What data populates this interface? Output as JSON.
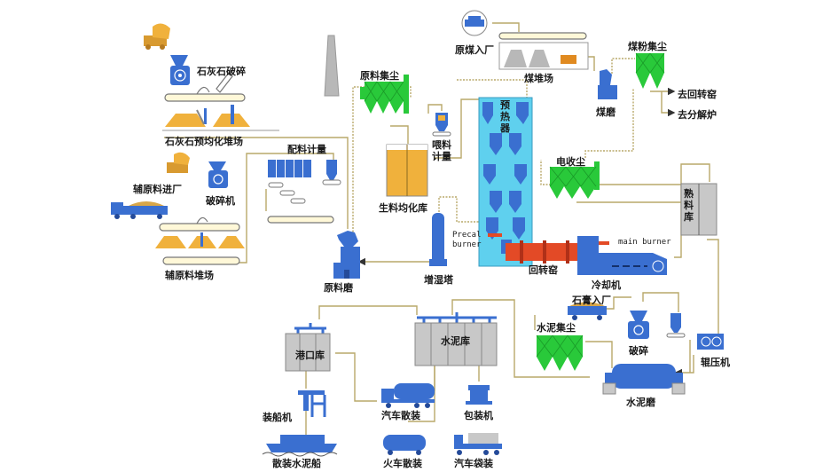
{
  "title": "Cement plant process flow diagram",
  "colors": {
    "equipment": "#3a6fd0",
    "dust_collector": "#29c93a",
    "material": "#f0b13c",
    "silo": "#c8c8c8",
    "kiln": "#e34a26",
    "preheater_bg": "#5fd0ee",
    "line": "#b9a96a"
  },
  "labels": {
    "limestone_crushing": "石灰石破碎",
    "limestone_prehomogenization_yard": "石灰石预均化堆场",
    "aux_material_in": "辅原料进厂",
    "crusher": "破碎机",
    "aux_material_yard": "辅原料堆场",
    "batching_metering": "配料计量",
    "raw_mill": "原料磨",
    "raw_dust_collector": "原料集尘",
    "raw_homogenization_silo": "生料均化库",
    "kiln_feed_metering": "喂料计量",
    "conditioning_tower": "增湿塔",
    "raw_coal_in": "原煤入厂",
    "coal_yard": "煤堆场",
    "coal_powder_dust_collector": "煤粉集尘",
    "coal_mill": "煤磨",
    "to_rotary_kiln": "去回转窑",
    "to_calciner": "去分解炉",
    "preheater": "预热器",
    "electrostatic_precipitator": "电收尘",
    "clinker_silo": "熟料库",
    "precal_burner": "Precal burner",
    "main_burner": "main burner",
    "rotary_kiln": "回转窑",
    "cooler": "冷却机",
    "gypsum_in": "石膏入厂",
    "cement_dust_collector": "水泥集尘",
    "crushing": "破碎",
    "roller_press": "辊压机",
    "cement_mill": "水泥磨",
    "cement_silo": "水泥库",
    "port_silo": "港口库",
    "ship_loader": "装船机",
    "bulk_cement_ship": "散装水泥船",
    "truck_bulk": "汽车散装",
    "packing_machine": "包装机",
    "train_bulk": "火车散装",
    "truck_bagged": "汽车袋装"
  }
}
